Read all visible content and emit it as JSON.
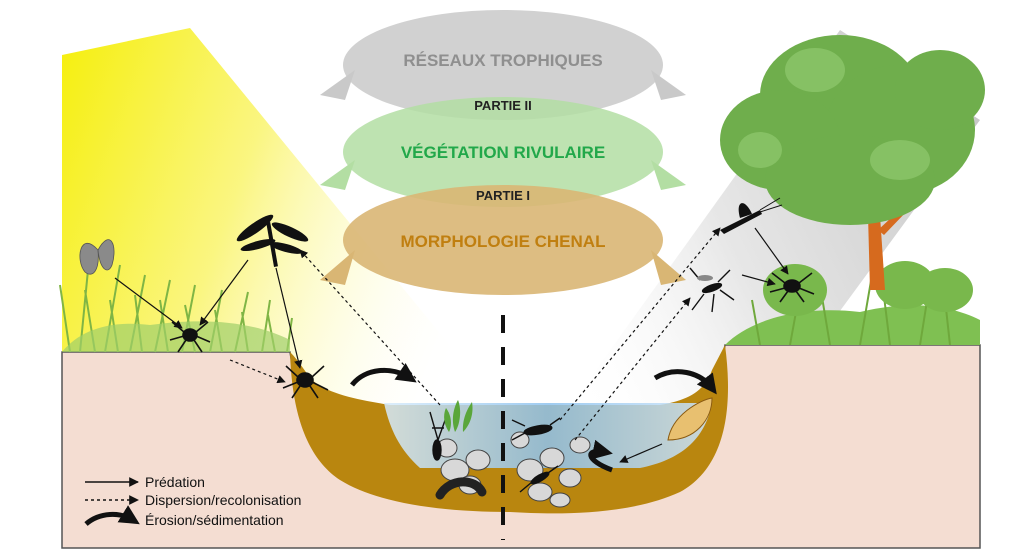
{
  "levels": {
    "top": {
      "label": "RÉSEAUX TROPHIQUES",
      "color": "#8f8f8f",
      "fill": "#c9c9c9"
    },
    "middle": {
      "label": "VÉGÉTATION RIVULAIRE",
      "color": "#22a84a",
      "fill": "#b3dea3"
    },
    "bottom": {
      "label": "MORPHOLOGIE CHENAL",
      "color": "#c07f10",
      "fill": "#d9b674"
    }
  },
  "parts": {
    "part2": "PARTIE II",
    "part1": "PARTIE I"
  },
  "legend": {
    "predation": "Prédation",
    "dispersion": "Dispersion/recolonisation",
    "erosion": "Érosion/sédimentation"
  },
  "colors": {
    "sun": "#f7f000",
    "soil": "#f4ddd2",
    "channel": "#b9860f",
    "water": "#9ecbf0",
    "tree_foliage": "#6fae4c",
    "trunk": "#d66a1e",
    "grass": "#8cc24a"
  },
  "icons": [
    "butterfly-icon",
    "dragonfly-icon",
    "spider-icon",
    "mayfly-icon",
    "mosquito-icon",
    "larva-icon",
    "tree-icon",
    "leaf-icon"
  ]
}
